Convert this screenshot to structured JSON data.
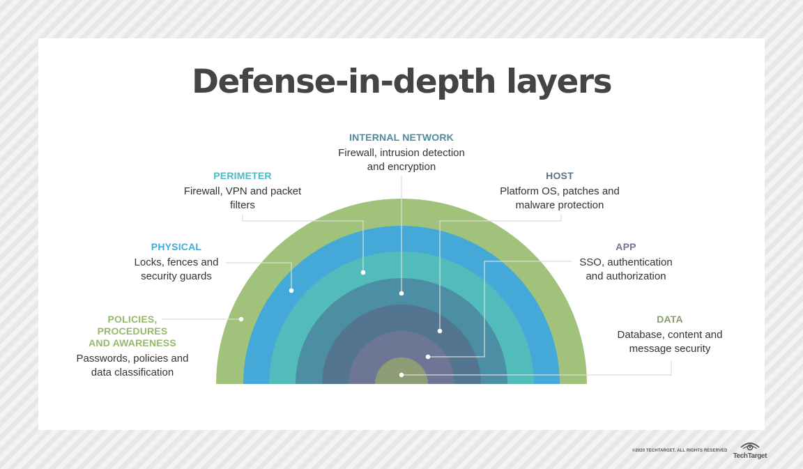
{
  "title": "Defense-in-depth layers",
  "layers": [
    {
      "heading": "POLICIES, PROCEDURES AND AWARENESS",
      "heading_lines": [
        "POLICIES,",
        "PROCEDURES",
        "AND AWARENESS"
      ],
      "desc_lines": [
        "Passwords, policies and",
        "data classification"
      ],
      "color": "#a0c27a",
      "heading_color": "#93b96b"
    },
    {
      "heading": "PHYSICAL",
      "desc_lines": [
        "Locks, fences and",
        "security guards"
      ],
      "color": "#44a9d9",
      "heading_color": "#44a9d9"
    },
    {
      "heading": "PERIMETER",
      "desc_lines": [
        "Firewall, VPN and packet",
        "filters"
      ],
      "color": "#52bcbc",
      "heading_color": "#4cb9c4"
    },
    {
      "heading": "INTERNAL NETWORK",
      "desc_lines": [
        "Firewall, intrusion detection",
        "and encryption"
      ],
      "color": "#4c8ea3",
      "heading_color": "#4f8ba0"
    },
    {
      "heading": "HOST",
      "desc_lines": [
        "Platform OS, patches and",
        "malware protection"
      ],
      "color": "#547590",
      "heading_color": "#587488"
    },
    {
      "heading": "APP",
      "desc_lines": [
        "SSO, authentication",
        "and authorization"
      ],
      "color": "#6d7694",
      "heading_color": "#707690"
    },
    {
      "heading": "DATA",
      "desc_lines": [
        "Database, content and",
        "message security"
      ],
      "color": "#8e9c76",
      "heading_color": "#8c9c70"
    }
  ],
  "footer": {
    "copyright": "©2020 TECHTARGET. ALL RIGHTS RESERVED",
    "logo_text": "TechTarget"
  }
}
